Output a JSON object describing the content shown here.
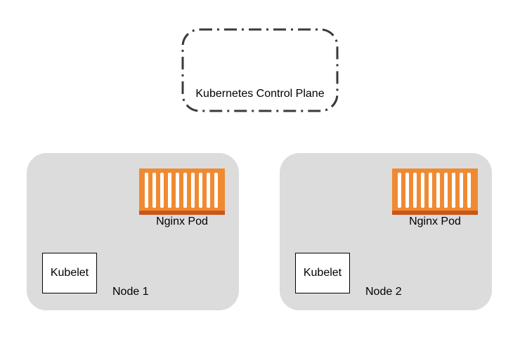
{
  "control_plane": {
    "label": "Kubernetes Control Plane",
    "border_color": "#3a3a3a"
  },
  "nodes": [
    {
      "label": "Node 1",
      "pod_label": "Nginx Pod",
      "kubelet_label": "Kubelet"
    },
    {
      "label": "Node 2",
      "pod_label": "Nginx Pod",
      "kubelet_label": "Kubelet"
    }
  ],
  "colors": {
    "node_fill": "#dcdcdc",
    "pod_orange": "#f08a32",
    "pod_base": "#c8561b"
  }
}
